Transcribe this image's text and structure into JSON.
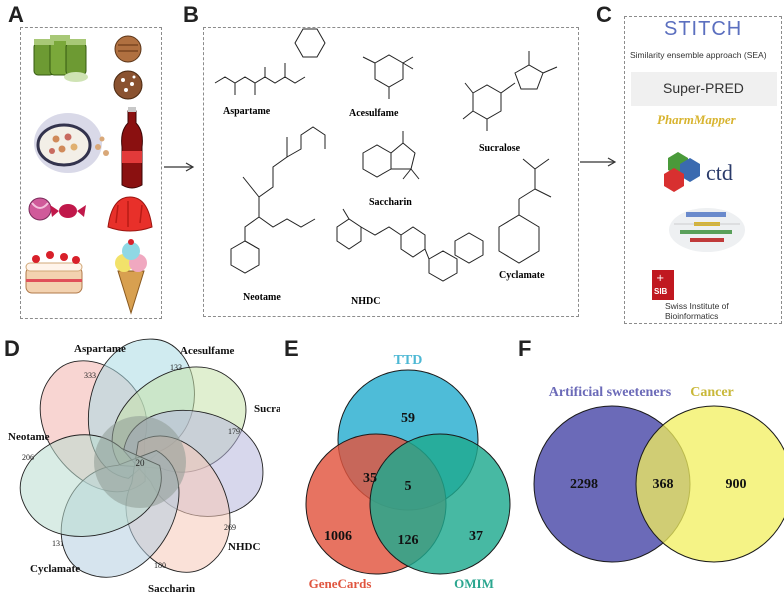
{
  "panels": {
    "a": "A",
    "b": "B",
    "c": "C",
    "d": "D",
    "e": "E",
    "f": "F"
  },
  "molecules": {
    "aspartame": "Aspartame",
    "acesulfame": "Acesulfame",
    "sucralose": "Sucralose",
    "neotame": "Neotame",
    "saccharin": "Saccharin",
    "nhdc": "NHDC",
    "cyclamate": "Cyclamate"
  },
  "databases": {
    "stitch": "STITCH",
    "sea": "Similarity ensemble approach (SEA)",
    "superpred": "Super-PRED",
    "pharmmapper": "PharmMapper",
    "ctd": "ctd",
    "sib_logo": "SIB",
    "sib_name_line1": "Swiss Institute of",
    "sib_name_line2": "Bioinformatics"
  },
  "venn7": {
    "sets": [
      {
        "name": "Aspartame",
        "unique": "333",
        "color": "#f3b3ad"
      },
      {
        "name": "Acesulfame",
        "unique": "133",
        "color": "#a9dbe4"
      },
      {
        "name": "Sucralose",
        "unique": "179",
        "color": "#c6e2a9"
      },
      {
        "name": "NHDC",
        "unique": "269",
        "color": "#b7b6dc"
      },
      {
        "name": "Saccharin",
        "unique": "180",
        "color": "#f5c8b8"
      },
      {
        "name": "Cyclamate",
        "unique": "131",
        "color": "#b5cde0"
      },
      {
        "name": "Neotame",
        "unique": "206",
        "color": "#b9dcd0"
      }
    ],
    "center": "20"
  },
  "venn3": {
    "sets": [
      {
        "name": "TTD",
        "color": "#3bb5d4"
      },
      {
        "name": "GeneCards",
        "color": "#e2543e"
      },
      {
        "name": "OMIM",
        "color": "#1ea98f"
      }
    ],
    "regions": {
      "ttd_only": "59",
      "ttd_genecards": "35",
      "all": "5",
      "genecards_only": "1006",
      "genecards_omim": "126",
      "omim_only": "37"
    }
  },
  "venn2": {
    "left_label": "Artificial sweeteners",
    "right_label": "Cancer",
    "left_only": "2298",
    "overlap": "368",
    "right_only": "900",
    "left_color": "#6b6ab8",
    "right_color": "#f2ef5e"
  }
}
